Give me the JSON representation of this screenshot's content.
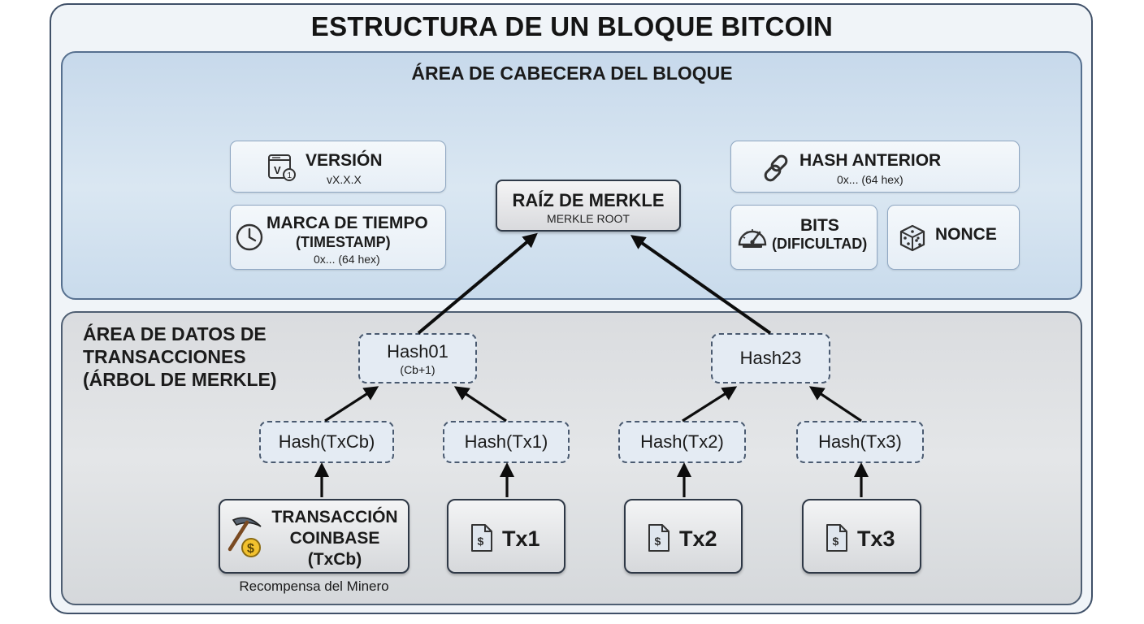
{
  "title": "ESTRUCTURA DE UN BLOQUE BITCOIN",
  "header_area": {
    "title": "ÁREA DE CABECERA DEL BLOQUE",
    "version": {
      "title": "VERSIÓN",
      "value": "vX.X.X"
    },
    "timestamp": {
      "title_line1": "MARCA DE TIEMPO",
      "title_line2": "(TIMESTAMP)",
      "value": "0x... (64 hex)"
    },
    "merkle_root": {
      "title": "RAÍZ DE MERKLE",
      "subtitle": "MERKLE ROOT"
    },
    "prev_hash": {
      "title": "HASH ANTERIOR",
      "value": "0x... (64 hex)"
    },
    "bits": {
      "title_line1": "BITS",
      "title_line2": "(DIFICULTAD)"
    },
    "nonce": {
      "title": "NONCE"
    }
  },
  "tx_area": {
    "title_line1": "ÁREA DE DATOS DE",
    "title_line2": "TRANSACCIONES",
    "title_line3": "(ÁRBOL DE MERKLE)",
    "hash01": {
      "label": "Hash01",
      "sub": "(Cb+1)"
    },
    "hash23": {
      "label": "Hash23"
    },
    "leaf_hashes": [
      "Hash(TxCb)",
      "Hash(Tx1)",
      "Hash(Tx2)",
      "Hash(Tx3)"
    ],
    "coinbase": {
      "line1": "TRANSACCIÓN",
      "line2": "COINBASE",
      "line3": "(TxCb)",
      "caption": "Recompensa del Minero"
    },
    "transactions": [
      "Tx1",
      "Tx2",
      "Tx3"
    ]
  },
  "colors": {
    "header_bg": "#cfdfee",
    "tx_bg": "#dfe1e3",
    "hash_box_bg": "#e4ebf3",
    "arrow": "#0d0d0d"
  },
  "icons": [
    "version-document-icon",
    "clock-icon",
    "chain-link-icon",
    "speedometer-icon",
    "dice-icon",
    "pickaxe-coin-icon",
    "dollar-document-icon"
  ]
}
